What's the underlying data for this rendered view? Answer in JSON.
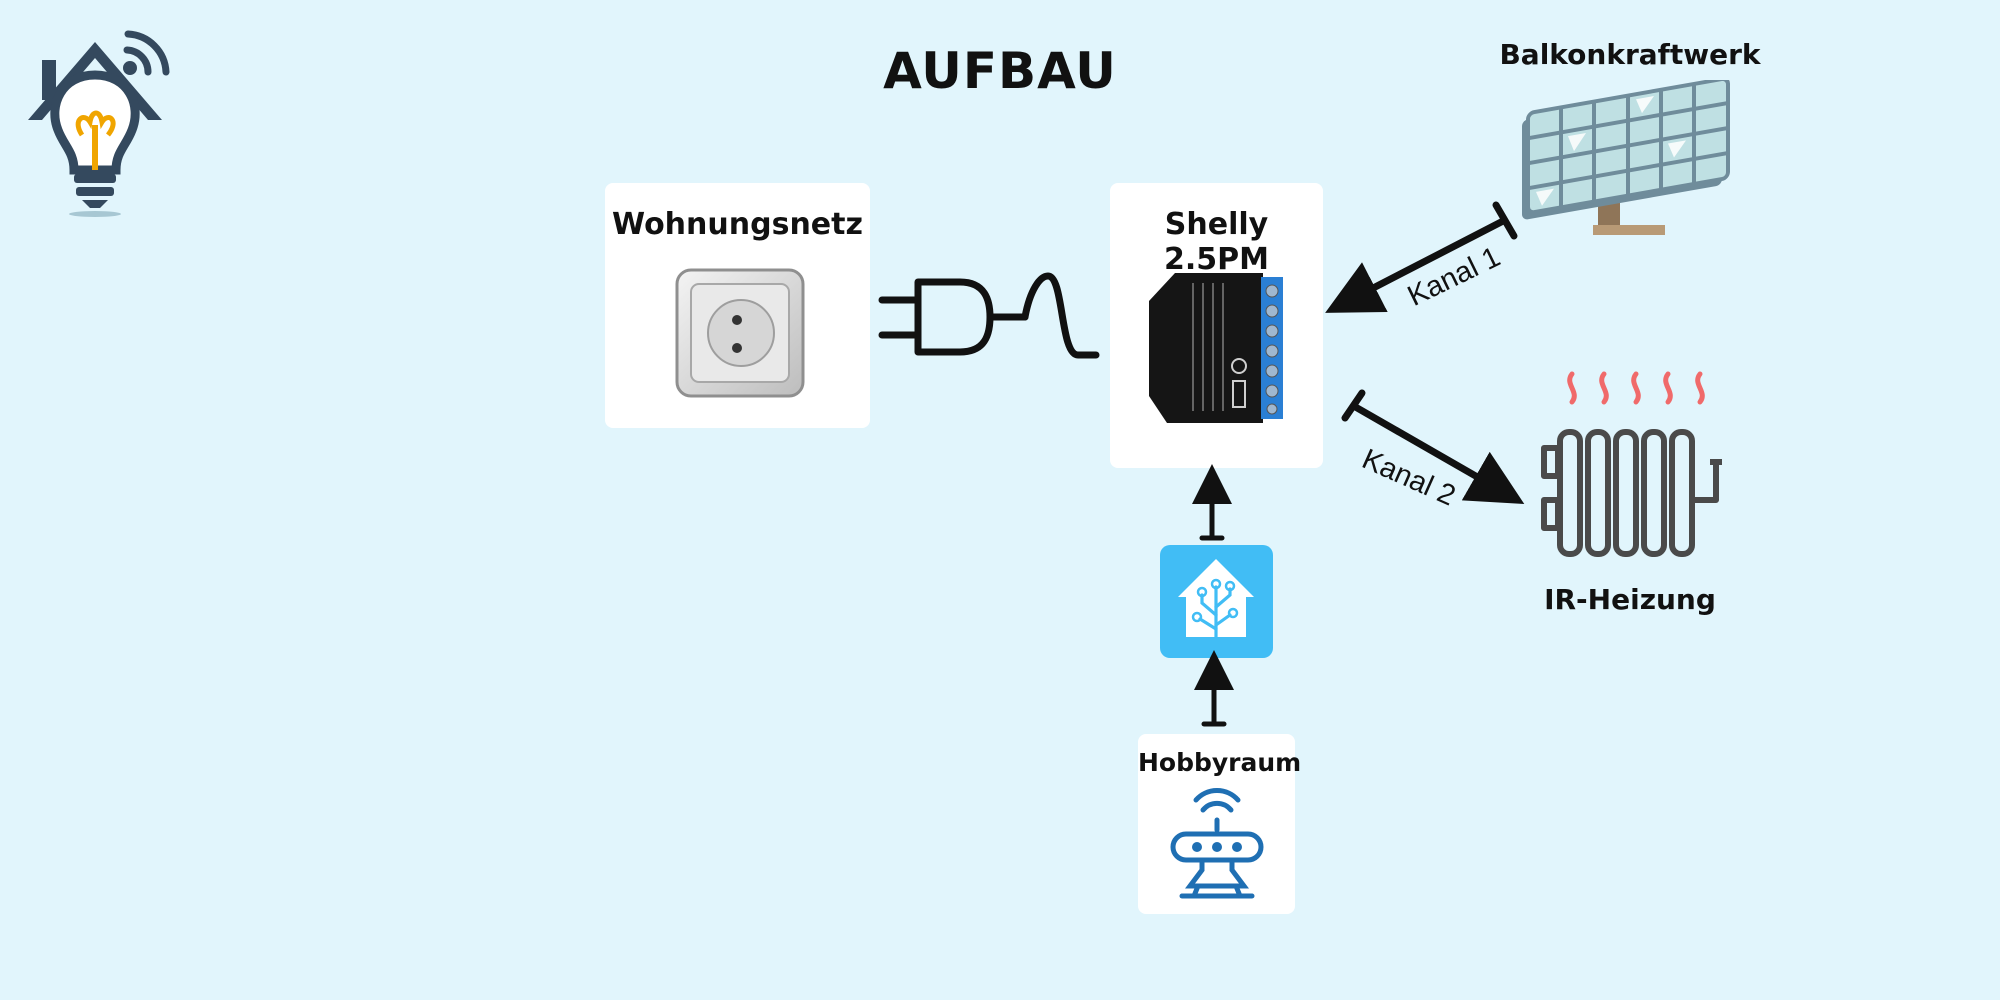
{
  "title": "AUFBAU",
  "nodes": {
    "grid": {
      "label": "Wohnungsnetz",
      "icon": "power-socket-icon"
    },
    "shelly": {
      "label": "Shelly 2.5PM",
      "icon": "shelly-relay-icon"
    },
    "solar": {
      "label": "Balkonkraftwerk",
      "icon": "solar-panel-icon"
    },
    "heater": {
      "label": "IR-Heizung",
      "icon": "radiator-icon"
    },
    "homeassistant": {
      "label": "",
      "icon": "home-assistant-icon"
    },
    "hobby": {
      "label": "Hobbyraum",
      "icon": "wifi-router-icon"
    }
  },
  "edges": {
    "channel1": "Kanal 1",
    "channel2": "Kanal 2"
  },
  "logo": {
    "icon": "smart-home-bulb-logo-icon"
  },
  "colors": {
    "background": "#e1f5fc",
    "card": "#ffffff",
    "logo_dark": "#34495e",
    "logo_accent": "#f0a500",
    "ha_blue": "#41bdf5",
    "router_blue": "#1f6fb3",
    "heat_red": "#f06a6a",
    "radiator": "#4a4a4a"
  }
}
